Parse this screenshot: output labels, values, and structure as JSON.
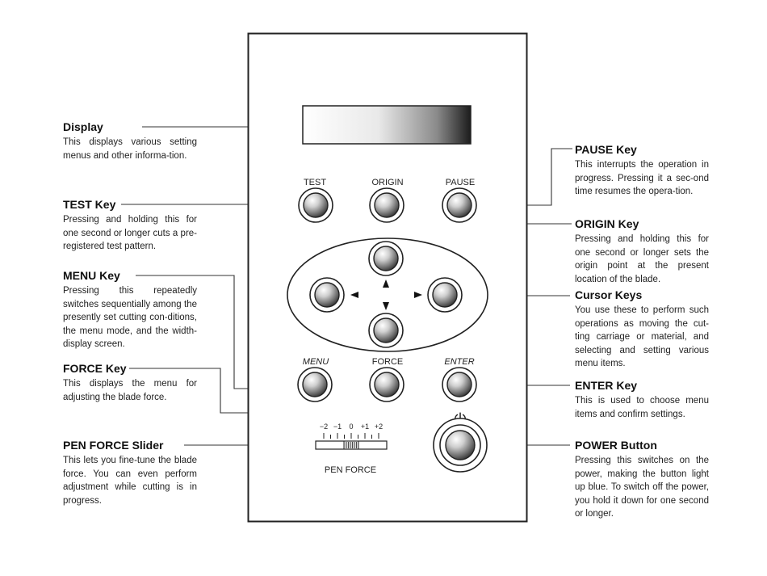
{
  "panel": {
    "keys": {
      "test": "TEST",
      "origin": "ORIGIN",
      "pause": "PAUSE",
      "menu": "MENU",
      "force": "FORCE",
      "enter": "ENTER"
    },
    "slider": {
      "scale": [
        "−2",
        "−1",
        "0",
        "+1",
        "+2"
      ],
      "label": "PEN FORCE"
    },
    "power_symbol": "⏻"
  },
  "callouts": {
    "display": {
      "title": "Display",
      "text": "This displays various setting menus and other informa-tion."
    },
    "test": {
      "title": "TEST Key",
      "text": "Pressing and holding this for one second or longer cuts a pre-registered test pattern."
    },
    "menu": {
      "title": "MENU Key",
      "text": "Pressing this repeatedly switches sequentially among the presently set cutting con-ditions, the menu mode, and the width-display screen."
    },
    "force": {
      "title": "FORCE Key",
      "text": "This displays the menu for adjusting the blade force."
    },
    "penforce": {
      "title": "PEN FORCE Slider",
      "text": "This lets you fine-tune the blade force. You can even perform adjustment while cutting is in progress."
    },
    "pause": {
      "title": "PAUSE Key",
      "text": "This interrupts the operation in progress. Pressing it a sec-ond time resumes the opera-tion."
    },
    "origin": {
      "title": "ORIGIN Key",
      "text": "Pressing and holding this for one second or longer sets the origin point at the present location of the blade."
    },
    "cursor": {
      "title": "Cursor Keys",
      "text": "You use these to perform such operations as moving the cut-ting carriage or material, and selecting and setting various menu items."
    },
    "enter": {
      "title": "ENTER Key",
      "text": "This is used to choose menu items and confirm settings."
    },
    "power": {
      "title": "POWER Button",
      "text": "Pressing this switches on the power, making the button light up blue. To switch off the power, you hold it down for one second or longer."
    }
  }
}
